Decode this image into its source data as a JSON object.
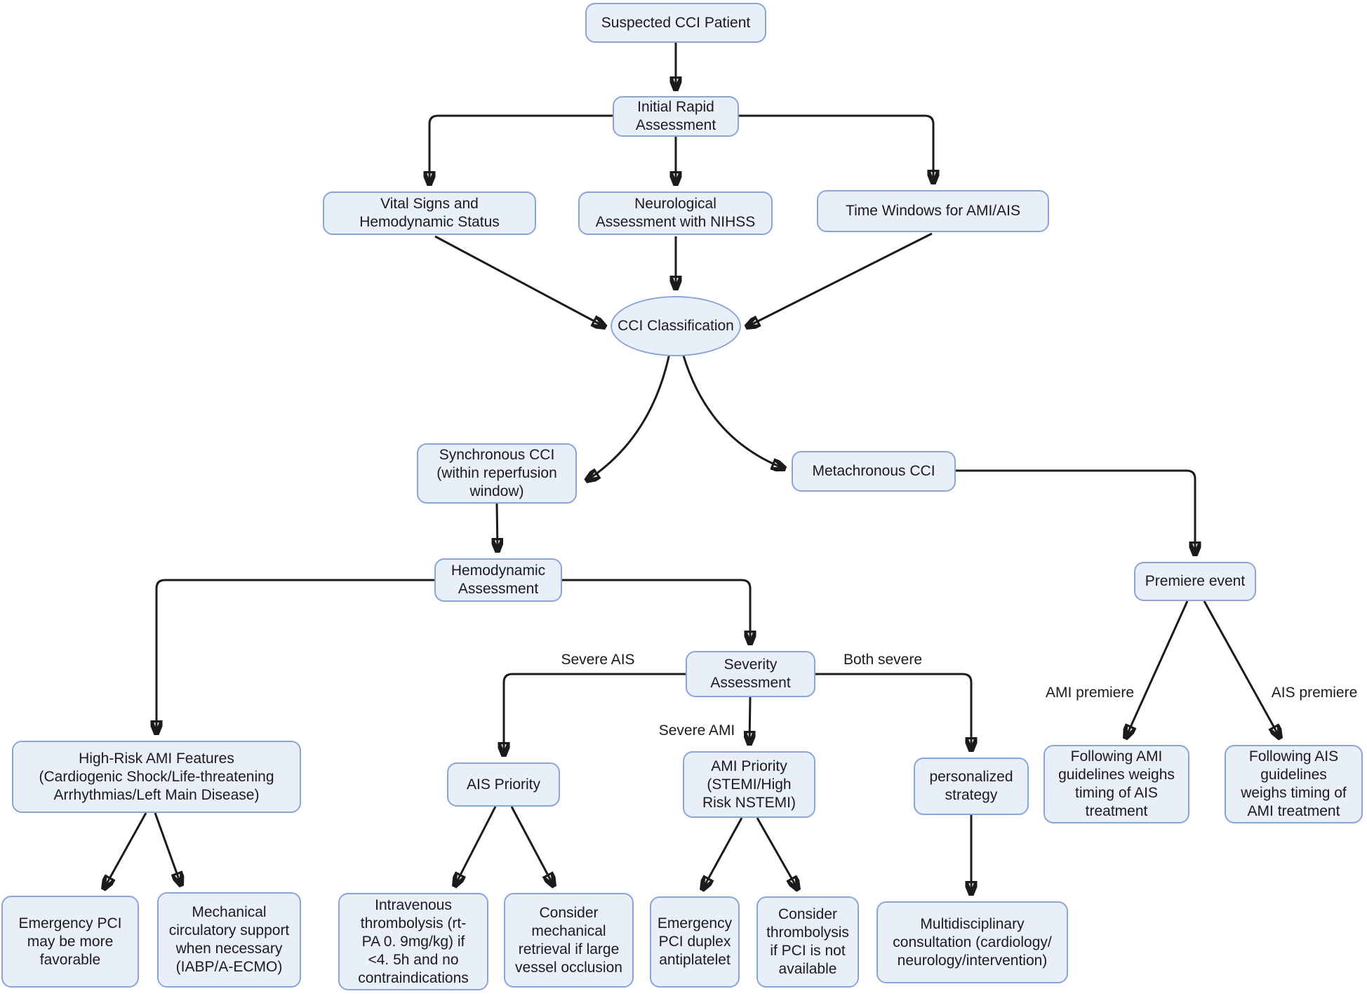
{
  "diagram": {
    "type": "flowchart",
    "colors": {
      "node_fill": "#e9eff9",
      "node_border": "#8ca5d7",
      "edge": "#1b1b1b",
      "text": "#1b1b1b",
      "background": "#ffffff"
    },
    "nodes": {
      "suspected": {
        "label": "Suspected CCI Patient"
      },
      "initial": {
        "label": "Initial Rapid\nAssessment"
      },
      "vital": {
        "label": "Vital Signs and\nHemodynamic Status"
      },
      "neuro": {
        "label": "Neurological\nAssessment with NIHSS"
      },
      "time_windows": {
        "label": "Time Windows for AMI/AIS"
      },
      "cci_classification": {
        "label": "CCI Classification"
      },
      "synchronous": {
        "label": "Synchronous CCI\n(within reperfusion\nwindow)"
      },
      "metachronous": {
        "label": "Metachronous CCI"
      },
      "hemodynamic": {
        "label": "Hemodynamic\nAssessment"
      },
      "premiere_event": {
        "label": "Premiere event"
      },
      "severity": {
        "label": "Severity\nAssessment"
      },
      "high_risk": {
        "label": "High-Risk AMI Features\n(Cardiogenic Shock/Life-threatening\nArrhythmias/Left Main Disease)"
      },
      "ais_priority": {
        "label": "AIS Priority"
      },
      "ami_priority": {
        "label": "AMI Priority\n(STEMI/High\nRisk NSTEMI)"
      },
      "personalized": {
        "label": "personalized\nstrategy"
      },
      "following_ami": {
        "label": "Following AMI\nguidelines weighs\ntiming of AIS\ntreatment"
      },
      "following_ais": {
        "label": "Following AIS\nguidelines\nweighs timing of\nAMI treatment"
      },
      "emergency_pci": {
        "label": "Emergency PCI\nmay be more\nfavorable"
      },
      "mechanical_support": {
        "label": "Mechanical\ncirculatory support\nwhen necessary\n(IABP/A-ECMO)"
      },
      "intravenous": {
        "label": "Intravenous\nthrombolysis (rt-\nPA 0. 9mg/kg) if\n<4. 5h and no\ncontraindications"
      },
      "consider_mechanical": {
        "label": "Consider\nmechanical\nretrieval if large\nvessel occlusion"
      },
      "pci_duplex": {
        "label": "Emergency\nPCI duplex\nantiplatelet"
      },
      "consider_thrombolysis": {
        "label": "Consider\nthrombolysis\nif PCI is not\navailable"
      },
      "multidisciplinary": {
        "label": "Multidisciplinary\nconsultation (cardiology/\nneurology/intervention)"
      }
    },
    "edge_labels": {
      "severe_ais": {
        "label": "Severe AIS"
      },
      "severe_ami": {
        "label": "Severe AMI"
      },
      "both_severe": {
        "label": "Both severe"
      },
      "ami_premiere": {
        "label": "AMI premiere"
      },
      "ais_premiere": {
        "label": "AIS premiere"
      }
    }
  }
}
